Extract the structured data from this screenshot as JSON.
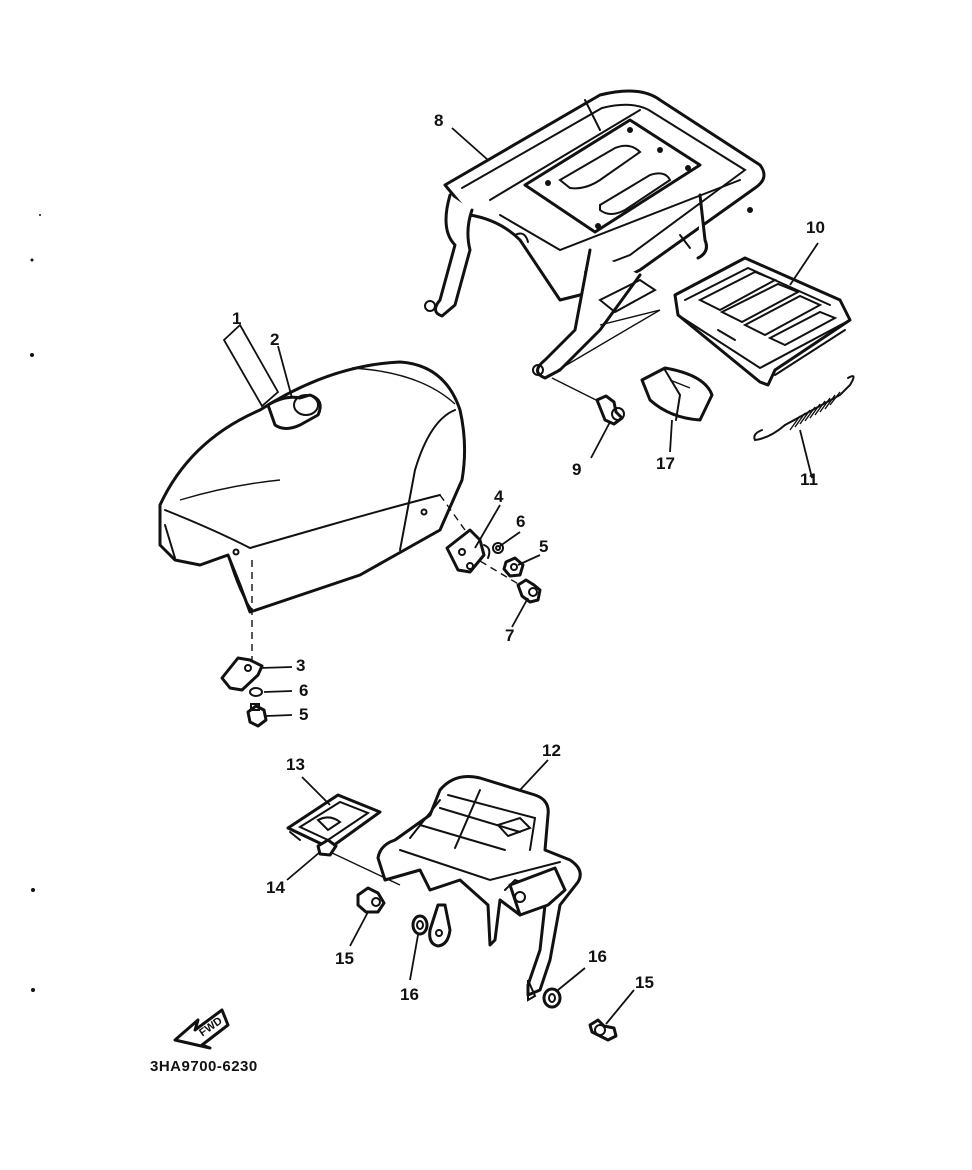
{
  "diagram": {
    "drawing_code": "3HA9700-6230",
    "direction_marker": "FWD",
    "callouts": [
      "1",
      "2",
      "3",
      "4",
      "5",
      "5",
      "6",
      "6",
      "7",
      "8",
      "9",
      "10",
      "11",
      "12",
      "13",
      "14",
      "15",
      "15",
      "16",
      "16",
      "17"
    ]
  }
}
